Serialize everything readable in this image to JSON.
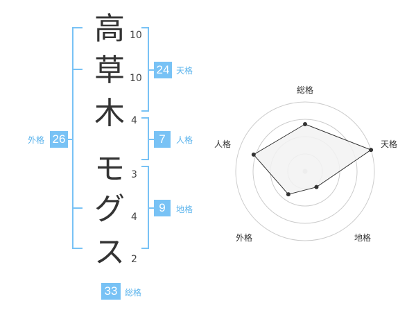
{
  "name": {
    "characters": [
      {
        "char": "高",
        "strokes": "10"
      },
      {
        "char": "草",
        "strokes": "10"
      },
      {
        "char": "木",
        "strokes": "4"
      },
      {
        "char": "モ",
        "strokes": "3"
      },
      {
        "char": "グ",
        "strokes": "4"
      },
      {
        "char": "ス",
        "strokes": "2"
      }
    ]
  },
  "fortunes": {
    "tenkaku": {
      "value": "24",
      "label": "天格"
    },
    "jinkaku": {
      "value": "7",
      "label": "人格"
    },
    "chikaku": {
      "value": "9",
      "label": "地格"
    },
    "gaikaku": {
      "value": "26",
      "label": "外格"
    },
    "soukaku": {
      "value": "33",
      "label": "総格"
    }
  },
  "radar": {
    "axes": [
      "総格",
      "天格",
      "地格",
      "外格",
      "人格"
    ],
    "values": [
      0.68,
      1.0,
      0.28,
      0.41,
      0.78
    ],
    "colors": {
      "fill": "#f2f2f2",
      "line": "#333333",
      "grid": "#cccccc",
      "center": "#cccccc"
    }
  },
  "colors": {
    "bracket": "#78c2f5",
    "badge": "#78c2f5",
    "label": "#5ab3ec"
  }
}
